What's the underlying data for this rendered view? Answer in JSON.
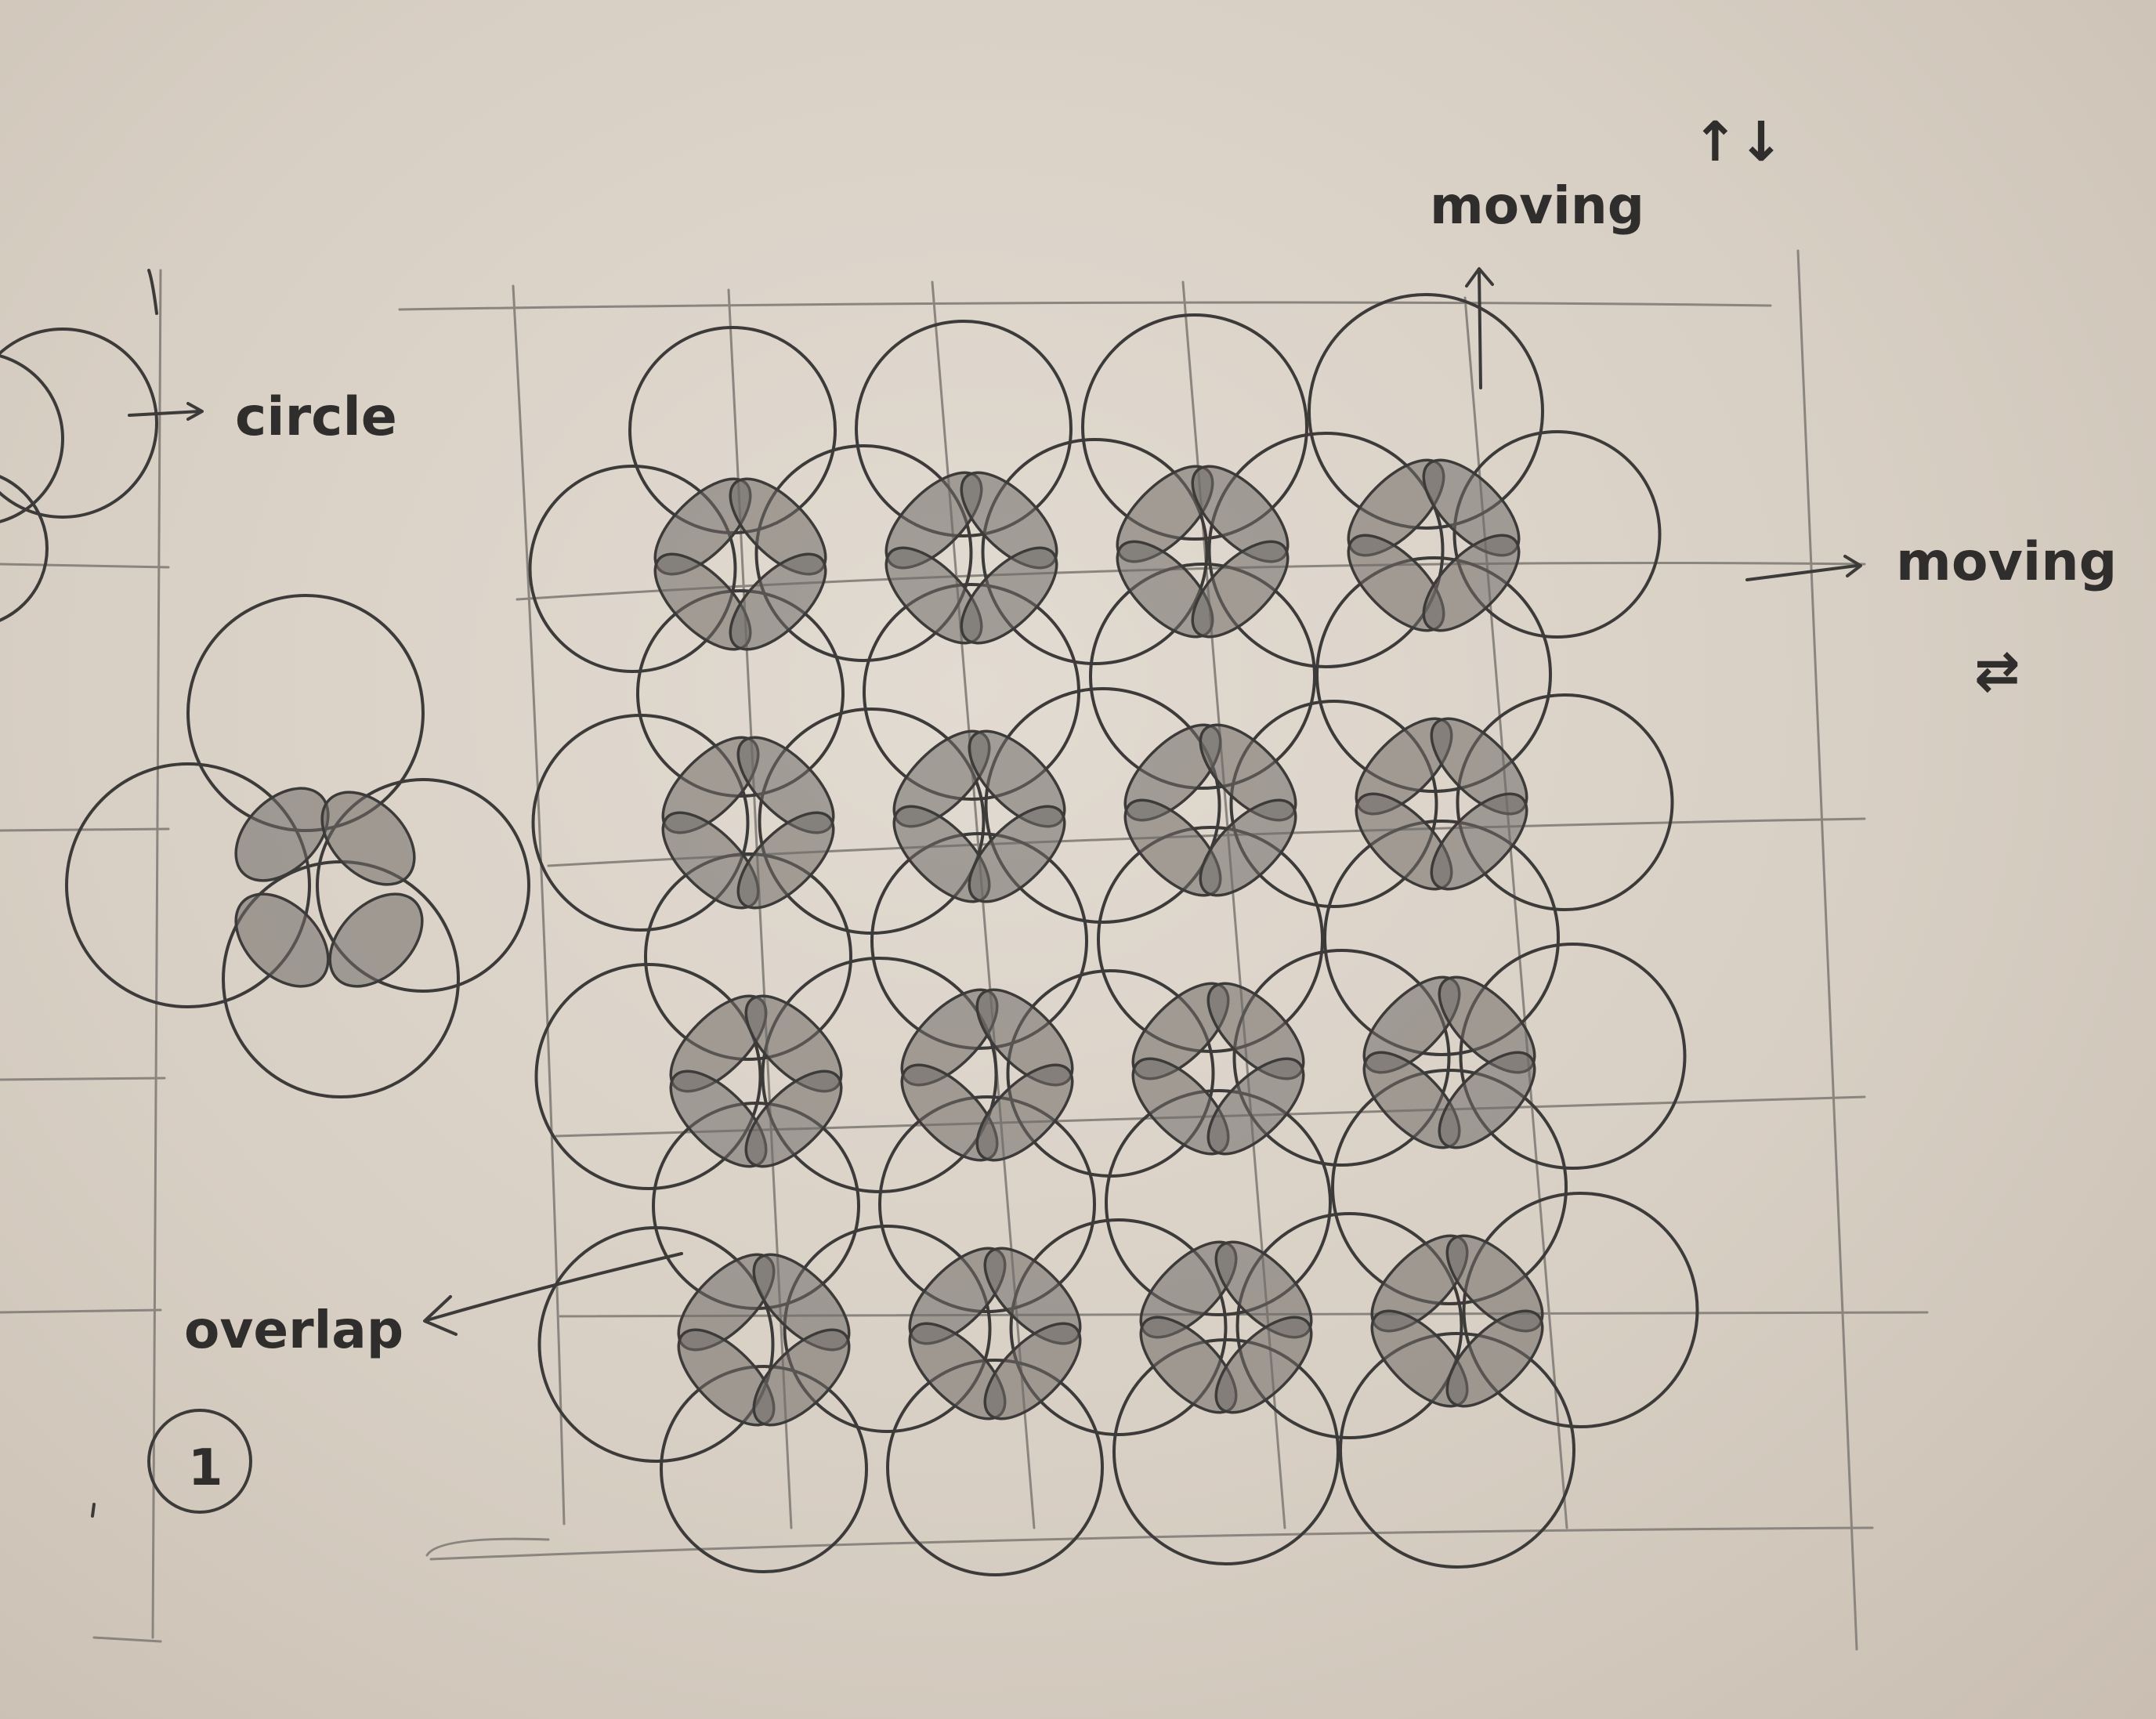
{
  "labels": {
    "circle": "circle",
    "moving_vertical": "moving",
    "moving_vertical_arrows": "↑↓",
    "moving_horizontal": "moving",
    "moving_horizontal_arrows": "⇄",
    "overlap": "overlap",
    "page_number": "1"
  },
  "grid": {
    "columns": 5,
    "rows": 5,
    "circle_rows": 4,
    "circle_columns": 4
  },
  "colors": {
    "paper": "#d9d1c6",
    "pencil": "#3c3b3a",
    "shading": "#6d6a66"
  }
}
